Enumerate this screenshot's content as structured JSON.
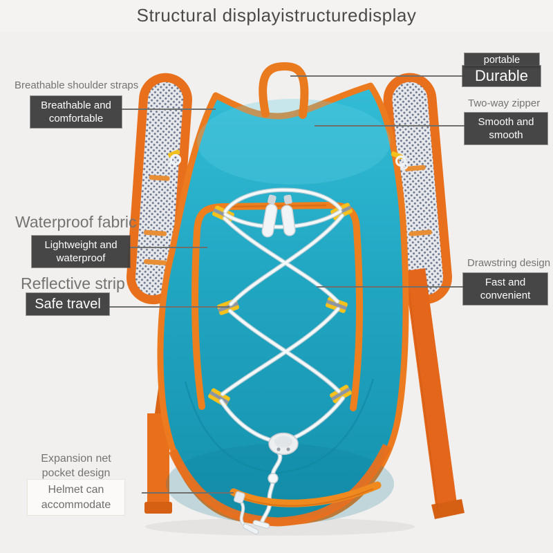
{
  "title": "Structural displayistructuredisplay",
  "colors": {
    "background": "#f2f0ee",
    "teal_top": "#33bcd6",
    "teal_bottom": "#1591ad",
    "orange_trim": "#ec7a1e",
    "orange_dark": "#d55f12",
    "yellow_loop": "#f6c11c",
    "cord_white": "#f4f8f9",
    "mesh_gray": "#e7e8ec",
    "badge_dark": "#3d3c3c",
    "badge_light": "#fbfaf8",
    "line_gray": "#6f6f6e",
    "label_gray": "#757370",
    "title_gray": "#4b4a49"
  },
  "callouts": {
    "top_right": {
      "tag": "portable",
      "badge": "Durable"
    },
    "shoulder": {
      "label": "Breathable shoulder straps",
      "badge": "Breathable and comfortable"
    },
    "zipper": {
      "label": "Two-way zipper",
      "badge": "Smooth and smooth"
    },
    "fabric": {
      "label": "Waterproof fabric",
      "badge": "Lightweight and waterproof"
    },
    "reflective": {
      "label": "Reflective strip",
      "badge": "Safe travel"
    },
    "drawstring": {
      "label": "Drawstring design",
      "badge": "Fast and convenient"
    },
    "pocket": {
      "label": "Expansion net pocket design",
      "badge": "Helmet can accommodate"
    }
  },
  "illustration": {
    "subject": "hydration backpack front view"
  }
}
